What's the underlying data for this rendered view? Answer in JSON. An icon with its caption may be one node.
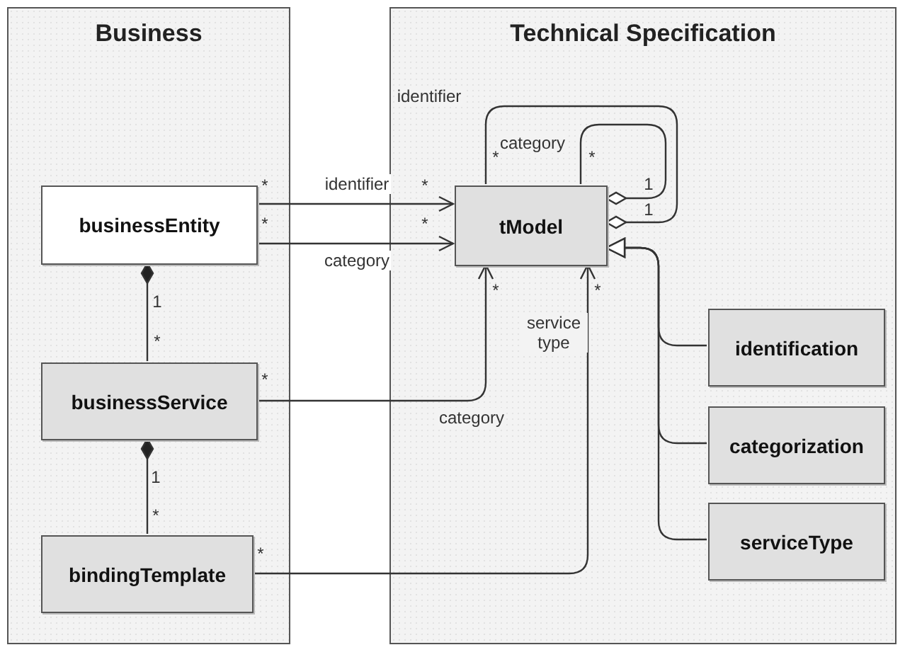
{
  "diagram": {
    "nodes": [
      {
        "text": [
          "Business"
        ]
      },
      {
        "text": [
          "businessEntity"
        ],
        "in": 0
      },
      {
        "text": [
          "businessService"
        ],
        "in": 0
      },
      {
        "text": [
          "bindingTemplate"
        ],
        "in": 0
      },
      {
        "text": [
          "Technical Specification"
        ]
      },
      {
        "text": [
          "tModel"
        ],
        "in": 4
      },
      {
        "text": [
          "identification"
        ],
        "in": 4
      },
      {
        "text": [
          "categorization"
        ],
        "in": 4
      },
      {
        "text": [
          "serviceType"
        ],
        "in": 4
      }
    ],
    "edges": [
      {
        "from": 1,
        "to": 5,
        "arrow": "to",
        "label": "identifier"
      },
      {
        "from": 1,
        "to": 5,
        "arrow": "to",
        "label": "category"
      },
      {
        "from": 2,
        "to": 1,
        "arrow": "other"
      },
      {
        "from": 2,
        "to": 5,
        "arrow": "to",
        "label": "category"
      },
      {
        "from": 3,
        "to": 2,
        "arrow": "other"
      },
      {
        "from": 3,
        "to": 5,
        "arrow": "to",
        "label": "service type"
      },
      {
        "from": 5,
        "to": 5,
        "arrow": "other",
        "label": "identifier"
      },
      {
        "from": 5,
        "to": 5,
        "arrow": "other",
        "label": "category"
      },
      {
        "from": 6,
        "to": 5,
        "arrow": "to"
      },
      {
        "from": 7,
        "to": 5,
        "arrow": "to"
      },
      {
        "from": 8,
        "to": 5,
        "arrow": "to"
      }
    ],
    "labels": [
      "*",
      "*",
      "*",
      "*",
      "1",
      "1",
      "*",
      "*",
      "*",
      "*",
      "1",
      "*",
      "*",
      "1",
      "*",
      "*"
    ]
  }
}
